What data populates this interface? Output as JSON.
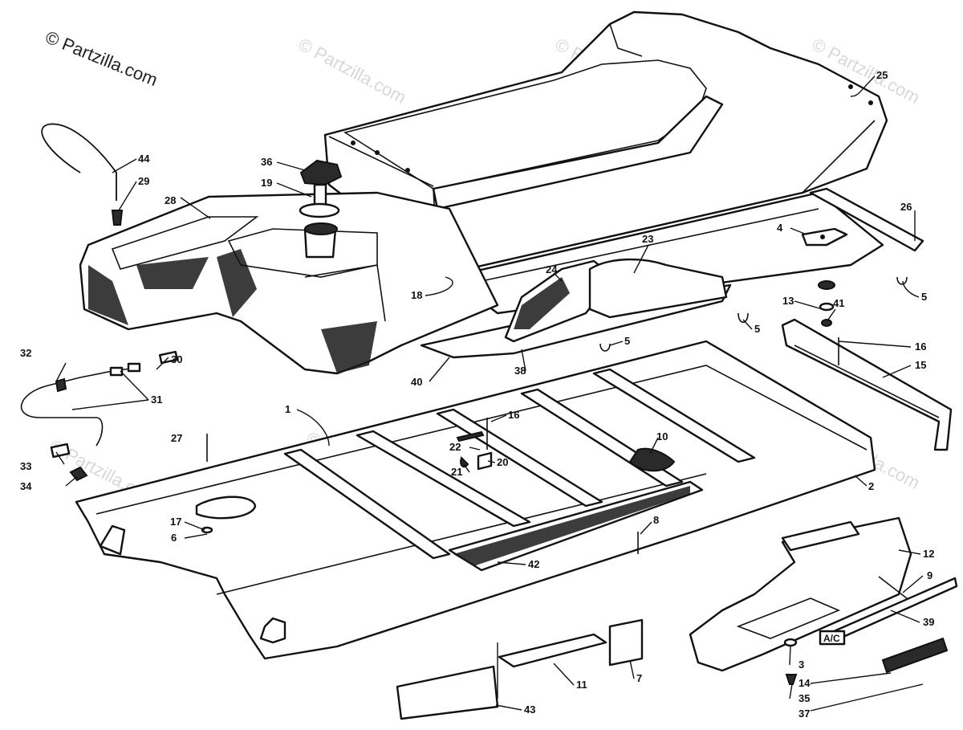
{
  "copyright": "© Partzilla.com",
  "watermark": "© Partzilla.com",
  "decal_text": "A/C",
  "callouts": [
    "1",
    "2",
    "3",
    "4",
    "5",
    "5",
    "5",
    "6",
    "7",
    "8",
    "9",
    "10",
    "11",
    "12",
    "13",
    "14",
    "15",
    "16",
    "16",
    "17",
    "18",
    "19",
    "20",
    "21",
    "22",
    "23",
    "24",
    "25",
    "26",
    "27",
    "28",
    "29",
    "30",
    "31",
    "32",
    "33",
    "34",
    "35",
    "36",
    "37",
    "38",
    "39",
    "40",
    "41",
    "42",
    "43",
    "44"
  ]
}
